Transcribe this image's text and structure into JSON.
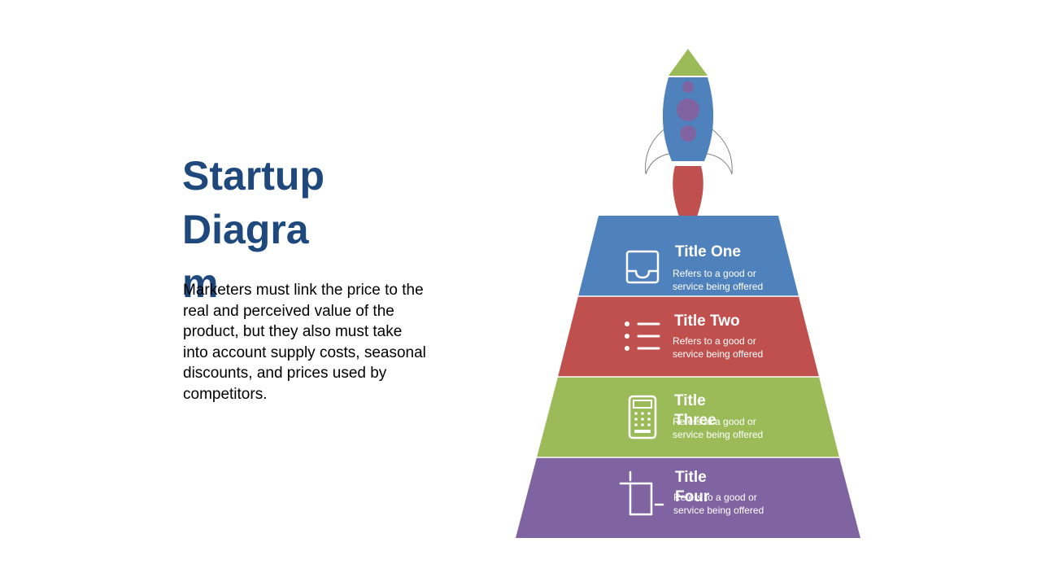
{
  "slide": {
    "title": "Startup Diagram",
    "body": "Marketers must link the price to the real and perceived value of the product, but they also must take into account supply costs, seasonal discounts, and prices used by competitors."
  },
  "tiers": [
    {
      "title": "Title One",
      "desc": "Refers to a good or service being offered",
      "icon": "inbox-icon",
      "color": "#4F81BD"
    },
    {
      "title": "Title Two",
      "desc": "Refers to a good or service being offered",
      "icon": "list-icon",
      "color": "#C0504D"
    },
    {
      "title": "Title Three",
      "desc": "Refers to a good or service being offered",
      "icon": "calculator-icon",
      "color": "#9BBB59"
    },
    {
      "title": "Title Four",
      "desc": "Refers to a good or service being offered",
      "icon": "crop-icon",
      "color": "#8064A2"
    }
  ],
  "rocket": {
    "nose_color": "#9BBB59",
    "body_color": "#4F81BD",
    "window_color": "#8064A2",
    "flame_color": "#C0504D"
  }
}
